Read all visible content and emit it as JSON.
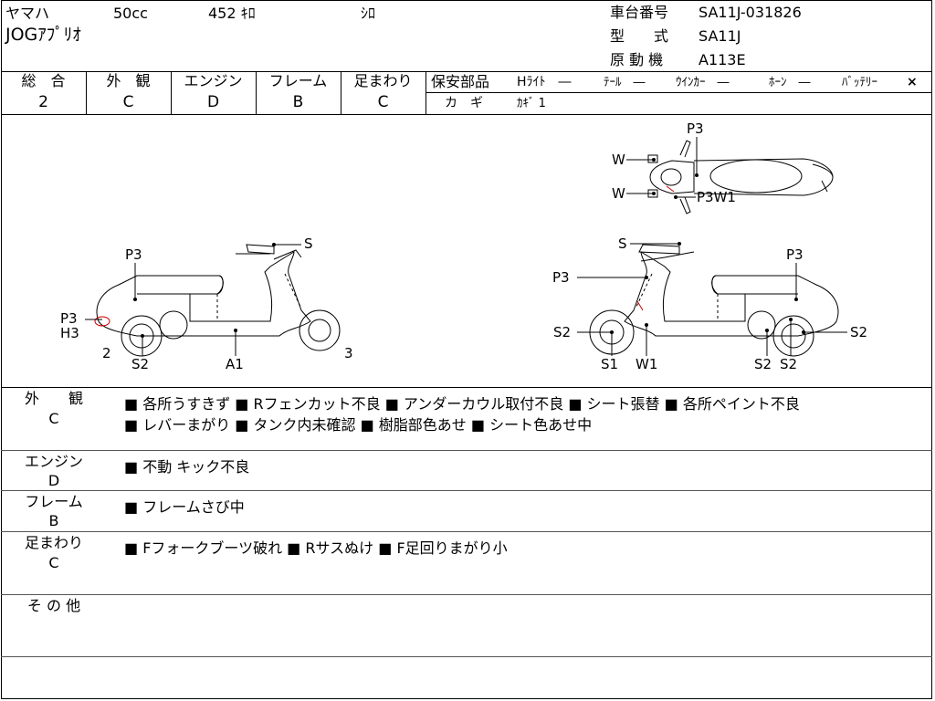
{
  "header": {
    "maker": "ヤマハ",
    "displacement": "50cc",
    "mileage": "452 ｷﾛ",
    "color": "ｼﾛ",
    "model_name": "JOGｱﾌﾟﾘｵ",
    "frame_number_label": "車台番号",
    "frame_number": "SA11J-031826",
    "model_type_label": "型　　式",
    "model_type": "SA11J",
    "engine_model_label": "原 動 機",
    "engine_model": "A113E"
  },
  "ratings": [
    {
      "label": "総　合",
      "value": "2"
    },
    {
      "label": "外　観",
      "value": "C"
    },
    {
      "label": "エンジン",
      "value": "D"
    },
    {
      "label": "フレーム",
      "value": "B"
    },
    {
      "label": "足まわり",
      "value": "C"
    }
  ],
  "safety": {
    "label": "保安部品",
    "items": [
      "Hﾗｲﾄ　―",
      "ﾃｰﾙ　―",
      "ｳｲﾝｶｰ　―",
      "ﾎｰﾝ　―",
      "ﾊﾞｯﾃﾘｰ"
    ],
    "battery_mark": "×",
    "key_label": "カ　ギ",
    "key_value": "ｶｷﾞ 1"
  },
  "diagram": {
    "left_side": {
      "labels": [
        "P3",
        "S",
        "P3",
        "H3",
        "2",
        "S2",
        "A1",
        "3"
      ]
    },
    "top_view": {
      "labels": [
        "P3",
        "W",
        "W",
        "P3W1"
      ]
    },
    "right_side": {
      "labels": [
        "S",
        "P3",
        "P3",
        "S2",
        "S2",
        "S1",
        "W1",
        "S2",
        "S2"
      ]
    }
  },
  "sections": {
    "exterior": {
      "title": "外　　観",
      "grade": "C",
      "line1": "■ 各所うすきず ■ Rフェンカット不良 ■ アンダーカウル取付不良 ■ シート張替 ■ 各所ペイント不良",
      "line2": "■ レバーまがり ■ タンク内未確認 ■ 樹脂部色あせ ■ シート色あせ中"
    },
    "engine": {
      "title": "エンジン",
      "grade": "D",
      "line1": "■ 不動 キック不良"
    },
    "frame": {
      "title": "フレーム",
      "grade": "B",
      "line1": "■ フレームさび中"
    },
    "suspension": {
      "title": "足まわり",
      "grade": "C",
      "line1": "■ Fフォークブーツ破れ ■ Rサスぬけ ■ F足回りまがり小"
    },
    "other": {
      "title": "そ の 他"
    }
  }
}
